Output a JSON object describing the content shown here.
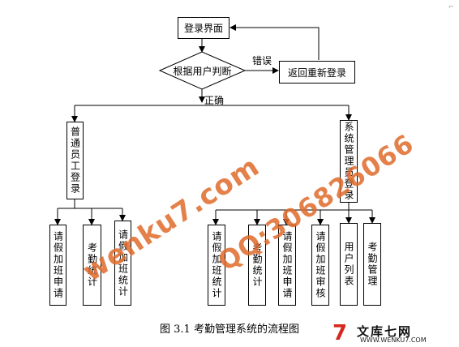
{
  "nodes": {
    "login": "登录界面",
    "decision": "根据用户判断",
    "retry": "返回重新登录",
    "employee_login": "普通员工登录",
    "admin_login": "系统管理员登录",
    "emp_leave_apply": "请假加班申请",
    "emp_attendance_stats": "考勤统计",
    "emp_leave_stats": "请假加班统计",
    "adm_leave_stats": "请假加班统计",
    "adm_attendance_stats": "考勤统计",
    "adm_leave_apply": "请假加班申请",
    "adm_leave_review": "请假加班审核",
    "adm_user_list": "用户列表",
    "adm_attendance_mgmt": "考勤管理"
  },
  "edge_labels": {
    "error": "错误",
    "correct": "正确"
  },
  "caption": "图 3.1  考勤管理系统的流程图",
  "watermarks": {
    "site": "wenku7.com",
    "phone": "QQ:306826066"
  },
  "logo": {
    "mark": "7",
    "name": "文库七网",
    "url": "WWW.WENKU7.COM"
  },
  "corner_mark": "⌐",
  "colors": {
    "line": "#000000",
    "watermark": "#e06a2a",
    "logo_red": "#d42a1e"
  }
}
